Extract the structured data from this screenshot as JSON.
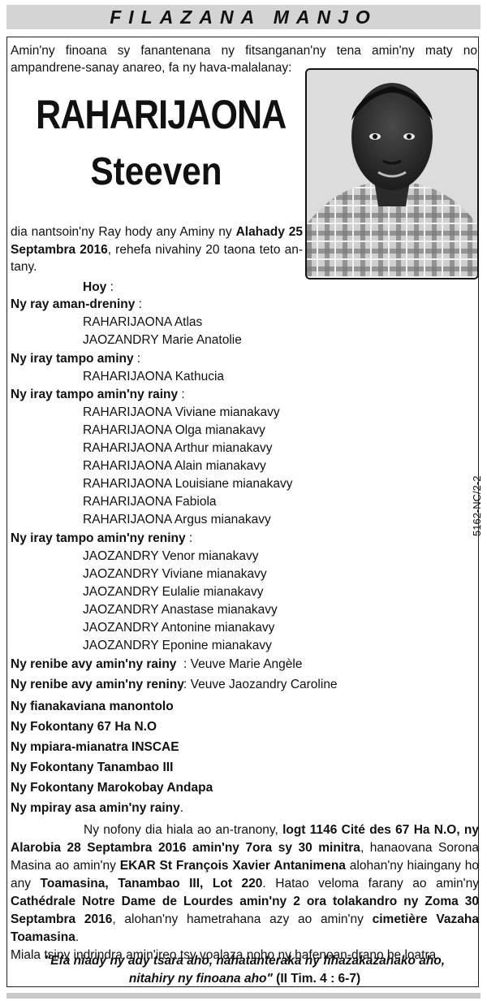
{
  "header": {
    "title": "FILAZANA MANJO"
  },
  "intro": "Amin'ny finoana sy fanantenana ny fitsanganan'ny tena amin'ny maty no ampandrene-sanay anareo, fa ny hava-malalanay:",
  "deceased": {
    "last_name": "RAHARIJAONA",
    "first_name": "Steeven"
  },
  "death": {
    "pre": "dia nantsoin'ny Ray hody any Aminy ny ",
    "date": "Alahady 25 Septambra 2016",
    "post": ", rehefa nivahiny 20 taona teto an-tany."
  },
  "hoy": {
    "label": "Hoy",
    "suffix": " :"
  },
  "sections": [
    {
      "label": "Ny ray aman-dreniny",
      "members": [
        "RAHARIJAONA Atlas",
        "JAOZANDRY Marie Anatolie"
      ]
    },
    {
      "label": "Ny iray tampo aminy",
      "members": [
        "RAHARIJAONA Kathucia"
      ]
    },
    {
      "label": "Ny iray tampo amin'ny rainy",
      "members": [
        "RAHARIJAONA Viviane mianakavy",
        "RAHARIJAONA Olga mianakavy",
        "RAHARIJAONA Arthur mianakavy",
        "RAHARIJAONA Alain mianakavy",
        "RAHARIJAONA Louisiane mianakavy",
        "RAHARIJAONA Fabiola",
        "RAHARIJAONA Argus mianakavy"
      ]
    },
    {
      "label": "Ny iray tampo amin'ny reniny",
      "members": [
        "JAOZANDRY Venor mianakavy",
        "JAOZANDRY Viviane mianakavy",
        "JAOZANDRY Eulalie mianakavy",
        "JAOZANDRY Anastase mianakavy",
        "JAOZANDRY Antonine mianakavy",
        "JAOZANDRY Eponine mianakavy"
      ]
    }
  ],
  "widows": [
    {
      "label": "Ny renibe avy amin'ny rainy",
      "value": ": Veuve Marie Angèle"
    },
    {
      "label": "Ny renibe avy amin'ny reniny",
      "value": ": Veuve Jaozandry Caroline"
    }
  ],
  "groups": [
    "Ny fianakaviana manontolo",
    "Ny Fokontany 67 Ha N.O",
    "Ny mpiara-mianatra INSCAE",
    "Ny Fokontany Tanambao III",
    "Ny Fokontany Marokobay Andapa",
    "Ny mpiray asa amin'ny rainy"
  ],
  "groups_last_suffix": ".",
  "funeral": {
    "p1": "Ny nofony dia hiala ao an-tranony, ",
    "b1": "logt 1146 Cité des 67 Ha N.O, ny Alarobia 28 Septambra 2016 amin'ny 7ora sy 30 minitra",
    "p2": ", hanaovana Sorona Masina ao amin'ny ",
    "b2": "EKAR St François Xavier Antanimena",
    "p3": " alohan'ny hiaingany ho any ",
    "b3": "Toamasina, Tanambao III, Lot 220",
    "p4": ". Hatao veloma farany ao amin'ny ",
    "b4": "Cathédrale Notre Dame de Lourdes amin'ny 2 ora tolakandro ny Zoma 30 Septambra 2016",
    "p5": ", alohan'ny hametrahana azy ao amin'ny ",
    "b5": "cimetière Vazaha Toamasina",
    "p6": ".",
    "closing": "Miala tsiny indrindra amin'ireo tsy voalaza noho ny hafenoan-drano be loatra."
  },
  "quote": {
    "line1": "\"Efa niady ny ady tsara aho, nahatanteraka ny fihazakazahako aho,",
    "line2": "nitahiry ny finoana aho\"",
    "ref": " (II Tim. 4 : 6-7)"
  },
  "ref_code": "5162-NC/2-2"
}
